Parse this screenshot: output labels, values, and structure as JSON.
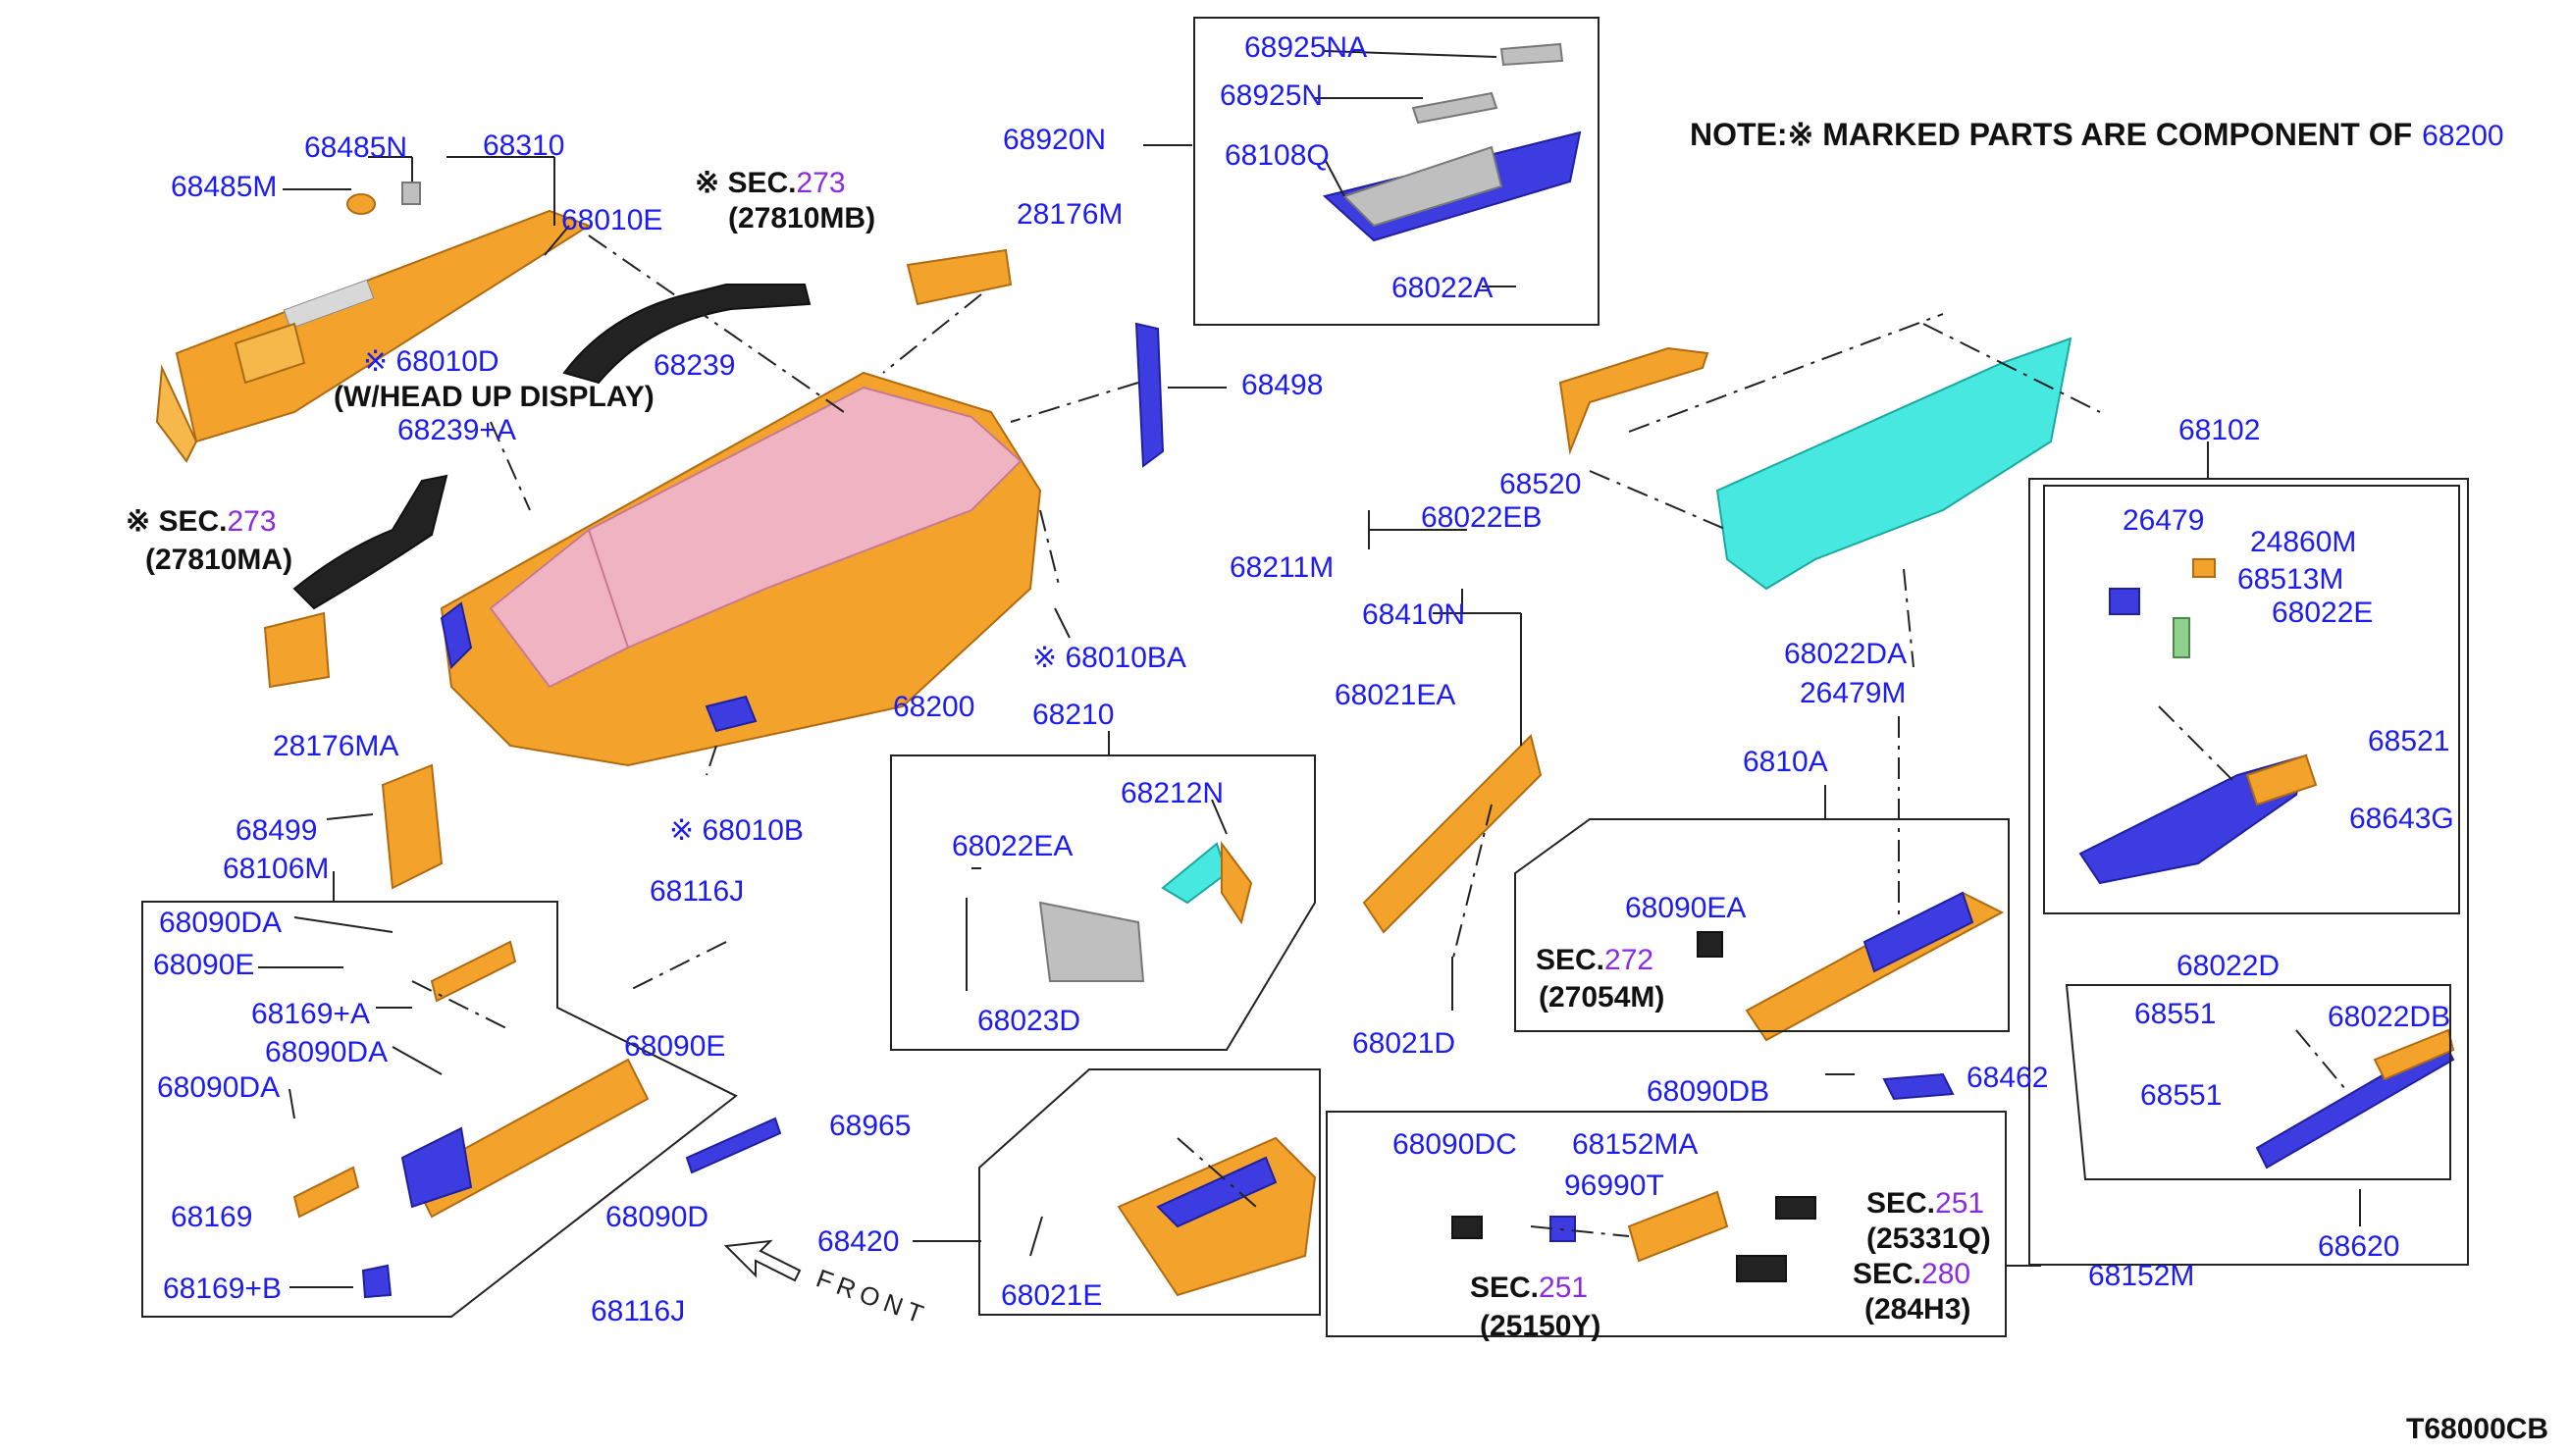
{
  "note": {
    "prefix": "NOTE:※ MARKED PARTS ARE COMPONENT OF",
    "part": "68200"
  },
  "diagram_code": "T68000CB",
  "front_label": "FRONT",
  "sections": {
    "sec273_mb": {
      "mark": "※ SEC.",
      "num": "273",
      "code": "(27810MB)"
    },
    "sec273_ma": {
      "mark": "※ SEC.",
      "num": "273",
      "code": "(27810MA)"
    },
    "sec272": {
      "mark": "SEC.",
      "num": "272",
      "code": "(27054M)"
    },
    "sec251_a": {
      "mark": "SEC.",
      "num": "251",
      "code": "(25331Q)"
    },
    "sec251_b": {
      "mark": "SEC.",
      "num": "251",
      "code": "(25150Y)"
    },
    "sec280": {
      "mark": "SEC.",
      "num": "280",
      "code": "(284H3)"
    }
  },
  "labels": {
    "p68485N": "68485N",
    "p68310": "68310",
    "p68485M": "68485M",
    "p68010E": "68010E",
    "p68010D": "※ 68010D",
    "hud": "(W/HEAD UP DISPLAY)",
    "p68239": "68239",
    "p68239A": "68239+A",
    "p28176M": "28176M",
    "p68920N": "68920N",
    "p68925NA": "68925NA",
    "p68925N": "68925N",
    "p68108Q": "68108Q",
    "p68022A": "68022A",
    "p68498": "68498",
    "p68010BA": "※ 68010BA",
    "p68200": "68200",
    "p68010B": "※ 68010B",
    "p28176MA": "28176MA",
    "p68499": "68499",
    "p68106M": "68106M",
    "p68090DA_1": "68090DA",
    "p68090E_1": "68090E",
    "p68169A": "68169+A",
    "p68090DA_2": "68090DA",
    "p68090DA_3": "68090DA",
    "p68090E_2": "68090E",
    "p68169": "68169",
    "p68169B": "68169+B",
    "p68090D": "68090D",
    "p68116J_1": "68116J",
    "p68116J_2": "68116J",
    "p68965": "68965",
    "p68210": "68210",
    "p68212N": "68212N",
    "p68022EA": "68022EA",
    "p68023D": "68023D",
    "p68420": "68420",
    "p68021E": "68021E",
    "p68520": "68520",
    "p68022EB": "68022EB",
    "p68211M": "68211M",
    "p68410N": "68410N",
    "p68021EA": "68021EA",
    "p68021D": "68021D",
    "p68022DA": "68022DA",
    "p26479M": "26479M",
    "p6810A": "6810A",
    "p68090EA": "68090EA",
    "p68090DB": "68090DB",
    "p68462": "68462",
    "p68090DC": "68090DC",
    "p68152MA": "68152MA",
    "p96990T": "96990T",
    "p68152M": "68152M",
    "p68102": "68102",
    "p26479": "26479",
    "p24860M": "24860M",
    "p68513M": "68513M",
    "p68022E": "68022E",
    "p68521": "68521",
    "p68643G": "68643G",
    "p68022D": "68022D",
    "p68551_1": "68551",
    "p68022DB": "68022DB",
    "p68551_2": "68551",
    "p68620": "68620"
  },
  "colors": {
    "label_blue": "#1c1cf0",
    "section_purple": "#8a2be2",
    "part_orange": "#f3a32c",
    "part_pink": "#f0b3c2",
    "part_blue": "#3c3ce0",
    "part_cyan": "#46e8e0"
  }
}
